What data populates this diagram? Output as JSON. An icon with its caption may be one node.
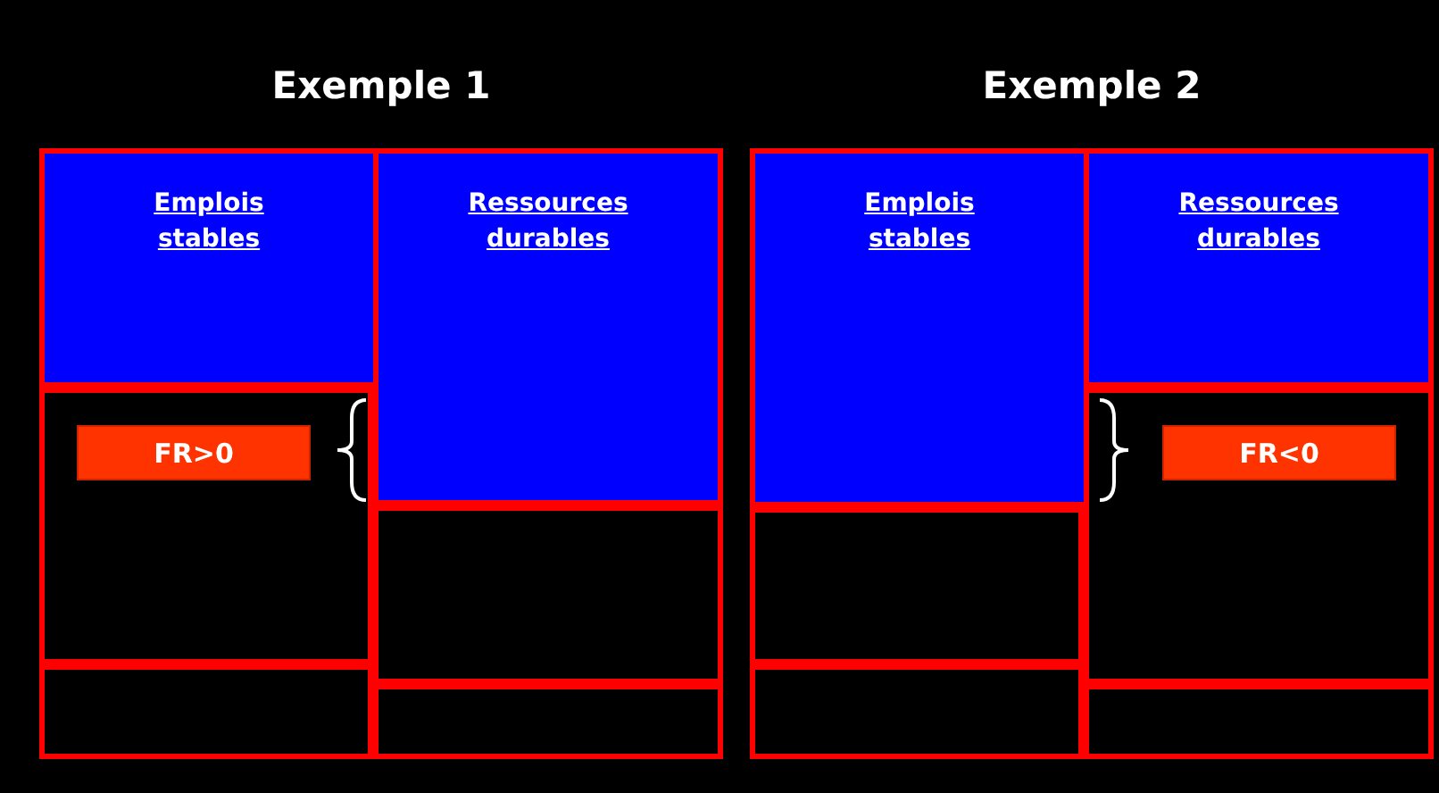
{
  "diagram": {
    "nodes": [
      {
        "text": [
          "Exemple 1"
        ]
      },
      {
        "text": [
          "Emplois stables"
        ],
        "in": 0
      },
      {
        "text": [],
        "shape": "box",
        "in": 0
      },
      {
        "text": [
          "FR>0"
        ],
        "in": 2
      },
      {
        "text": [],
        "shape": "box",
        "in": 0
      },
      {
        "text": [
          "Ressources durables"
        ],
        "in": 0
      },
      {
        "text": [],
        "shape": "box",
        "in": 0
      },
      {
        "text": [],
        "shape": "box",
        "in": 0
      },
      {
        "text": [
          "Exemple 2"
        ]
      },
      {
        "text": [
          "Emplois stables"
        ],
        "in": 8
      },
      {
        "text": [],
        "shape": "box",
        "in": 8
      },
      {
        "text": [],
        "shape": "box",
        "in": 8
      },
      {
        "text": [
          "Ressources durables"
        ],
        "in": 8
      },
      {
        "text": [],
        "shape": "box",
        "in": 8
      },
      {
        "text": [
          "FR<0"
        ],
        "in": 13
      },
      {
        "text": [],
        "shape": "box",
        "in": 8
      }
    ]
  }
}
